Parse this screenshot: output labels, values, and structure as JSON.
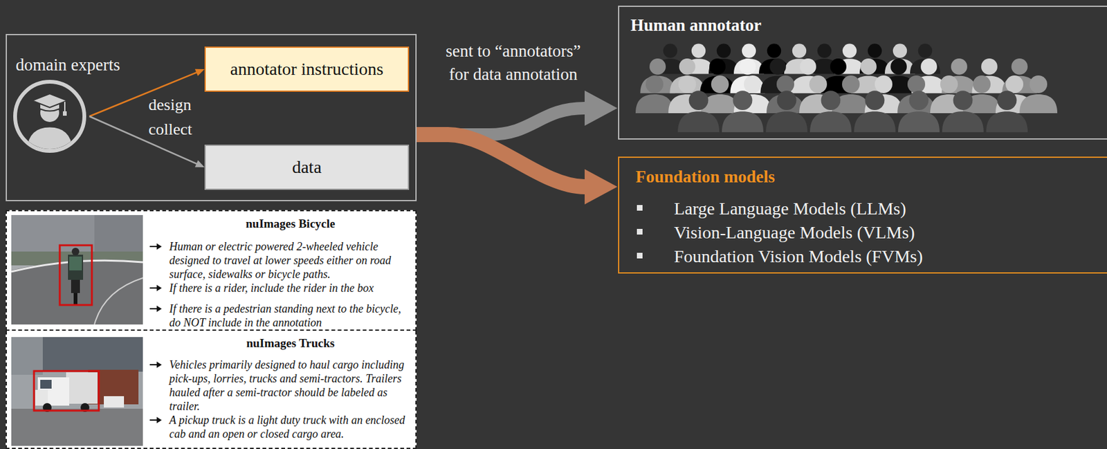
{
  "diagram": {
    "nodes": [
      {
        "text": [
          "domain experts"
        ]
      },
      {
        "text": [
          "annotator instructions"
        ],
        "in": 0
      },
      {
        "text": [
          "data"
        ],
        "in": 0
      },
      {
        "text": [
          "Human annotator"
        ]
      },
      {
        "text": [
          "Foundation models",
          "Large Language Models (LLMs)",
          "Vision-Language Models (VLMs)",
          "Foundation Vision Models (FVMs)"
        ]
      },
      {
        "text": [
          "nuImages Bicycle",
          "Human or electric powered 2-wheeled vehicle designed to travel at lower speeds either on road surface, sidewalks or bicycle paths.",
          "If there is a rider, include the rider in the box",
          "If there is a pedestrian standing next to the bicycle, do NOT include in the annotation"
        ]
      },
      {
        "text": [
          "nuImages Trucks",
          "Vehicles primarily designed to haul cargo including pick-ups, lorries, trucks and semi-tractors. Trailers hauled after a semi-tractor should be labeled as trailer.",
          "A pickup truck is a light duty truck with an enclosed cab and an open or closed cargo area."
        ]
      }
    ],
    "edges": [
      {
        "from": 0,
        "to": 1,
        "arrow": "to",
        "label": "design"
      },
      {
        "from": 0,
        "to": 2,
        "arrow": "to",
        "label": "collect"
      },
      {
        "from": 0,
        "to": 3,
        "arrow": "to"
      },
      {
        "from": 0,
        "to": 4,
        "arrow": "to"
      }
    ],
    "labels": [
      "sent to “annotators” for data annotation"
    ]
  }
}
